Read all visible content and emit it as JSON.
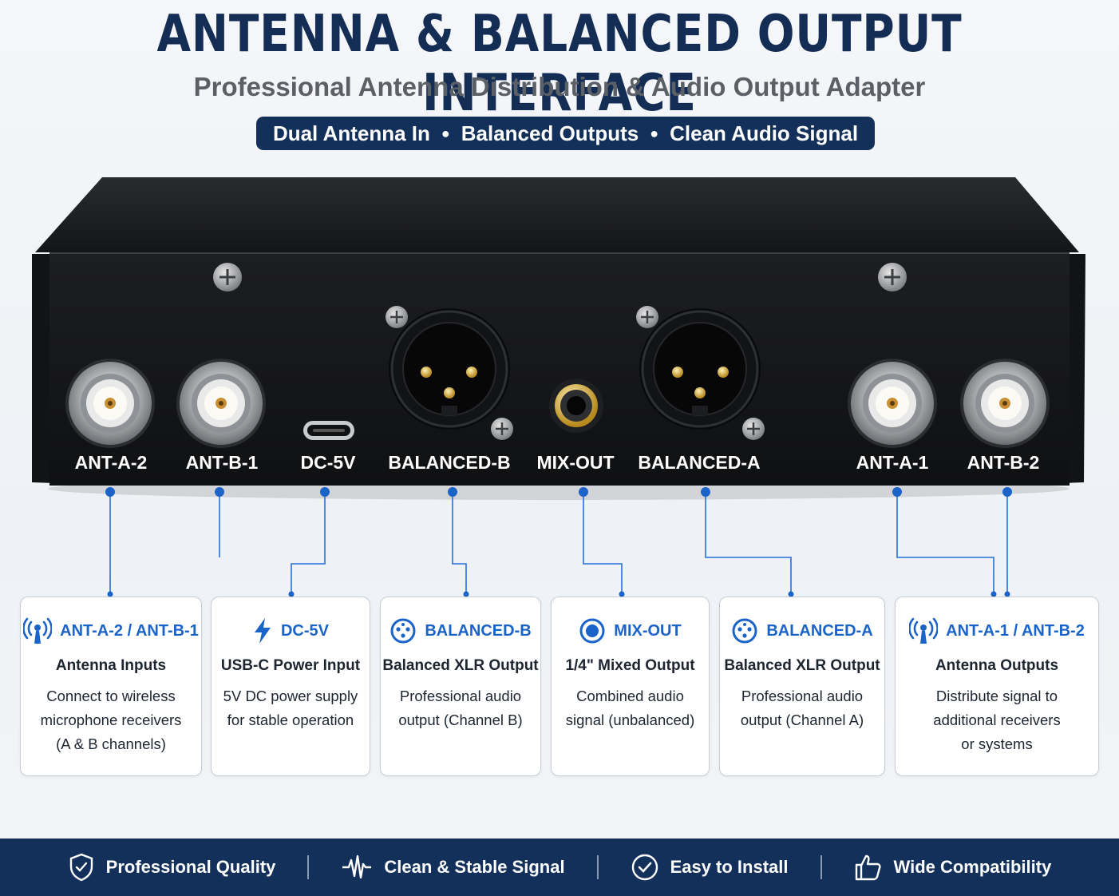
{
  "header": {
    "title": "ANTENNA & BALANCED OUTPUT INTERFACE",
    "subtitle": "Professional Antenna Distribution & Audio Output Adapter",
    "pill": [
      "Dual Antenna In",
      "Balanced Outputs",
      "Clean Audio Signal"
    ]
  },
  "device": {
    "port_labels": [
      "ANT-A-2",
      "ANT-B-1",
      "DC-5V",
      "BALANCED-B",
      "MIX-OUT",
      "BALANCED-A",
      "ANT-A-1",
      "ANT-B-2"
    ]
  },
  "cards": [
    {
      "icon": "antenna-icon",
      "title": "ANT-A-2 / ANT-B-1",
      "subtitle": "Antenna Inputs",
      "lines": [
        "Connect to wireless",
        "microphone receivers",
        "(A & B channels)"
      ]
    },
    {
      "icon": "lightning-icon",
      "title": "DC-5V",
      "subtitle": "USB-C Power Input",
      "lines": [
        "5V DC power supply",
        "for stable operation"
      ]
    },
    {
      "icon": "xlr-icon",
      "title": "BALANCED-B",
      "subtitle": "Balanced XLR Output",
      "lines": [
        "Professional audio",
        "output (Channel B)"
      ]
    },
    {
      "icon": "target-icon",
      "title": "MIX-OUT",
      "subtitle": "1/4\" Mixed Output",
      "lines": [
        "Combined audio",
        "signal (unbalanced)"
      ]
    },
    {
      "icon": "xlr-icon",
      "title": "BALANCED-A",
      "subtitle": "Balanced XLR Output",
      "lines": [
        "Professional audio",
        "output (Channel A)"
      ]
    },
    {
      "icon": "antenna-icon",
      "title": "ANT-A-1 / ANT-B-2",
      "subtitle": "Antenna Outputs",
      "lines": [
        "Distribute signal to",
        "additional receivers",
        "or systems"
      ]
    }
  ],
  "footer": [
    {
      "icon": "shield-icon",
      "label": "Professional Quality"
    },
    {
      "icon": "waveform-icon",
      "label": "Clean & Stable Signal"
    },
    {
      "icon": "check-circle-icon",
      "label": "Easy to Install"
    },
    {
      "icon": "thumbs-up-icon",
      "label": "Wide Compatibility"
    }
  ],
  "colors": {
    "navy": "#13305a",
    "accent": "#1a63c8",
    "device": "#1a1b1d"
  }
}
